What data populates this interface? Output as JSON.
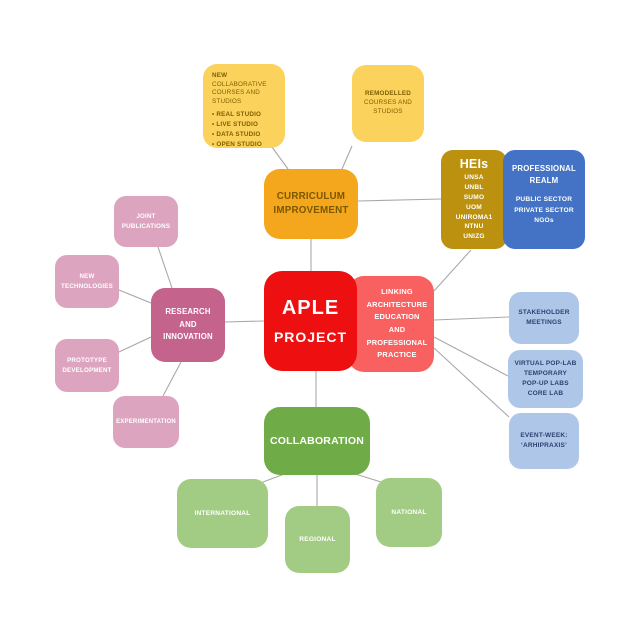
{
  "diagram": {
    "type": "mind-map",
    "connector_color": "#A8A8A8",
    "colors": {
      "center_red": "#EE1010",
      "linking_red": "#F96060",
      "curriculum_orange": "#F4A71D",
      "courses_yellow": "#FBD25C",
      "heis_gold": "#BC9110",
      "professional_blue": "#4472C4",
      "engagement_blue_light": "#AEC6E8",
      "research_mauve": "#C4638C",
      "research_pink_light": "#DCA4BE",
      "collaboration_green": "#6FAC47",
      "collaboration_green_light": "#A2CC84"
    },
    "nodes": {
      "aple": {
        "line1": "APLE",
        "line2": "PROJECT"
      },
      "curriculum": {
        "label": "CURRICULUM\nIMPROVEMENT"
      },
      "new_courses": {
        "title_bold": "NEW",
        "title_rest": "COLLABORATIVE COURSES AND STUDIOS",
        "bullets": [
          "REAL STUDIO",
          "LIVE STUDIO",
          "DATA STUDIO",
          "OPEN STUDIO"
        ]
      },
      "remodelled": {
        "title_bold": "REMODELLED",
        "title_rest": "COURSES AND STUDIOS"
      },
      "heis": {
        "title": "HEIs",
        "members": [
          "UNSA",
          "UNBL",
          "SUMO",
          "UOM",
          "UNIROMA1",
          "NTNU",
          "UNIZG"
        ]
      },
      "professional": {
        "title": "PROFESSIONAL\nREALM",
        "members": [
          "PUBLIC SECTOR",
          "PRIVATE SECTOR",
          "NGOs"
        ]
      },
      "linking": {
        "label": "LINKING\nARCHITECTURE\nEDUCATION\nAND\nPROFESSIONAL\nPRACTICE"
      },
      "stakeholder": {
        "label": "STAKEHOLDER\nMEETINGS"
      },
      "virtual_lab": {
        "label": "VIRTUAL POP-LAB\nTEMPORARY\nPOP-UP LABS\nCORE LAB"
      },
      "event_week": {
        "label": "EVENT-WEEK:\n‘ARHIPRAXIS’"
      },
      "research": {
        "label": "RESEARCH\nAND\nINNOVATION"
      },
      "joint_publications": {
        "label": "JOINT\nPUBLICATIONS"
      },
      "new_technologies": {
        "label": "NEW\nTECHNOLOGIES"
      },
      "prototype": {
        "label": "PROTOTYPE\nDEVELOPMENT"
      },
      "experimentation": {
        "label": "EXPERIMENTATION"
      },
      "collaboration": {
        "label": "COLLABORATION"
      },
      "international": {
        "label": "INTERNATIONAL"
      },
      "regional": {
        "label": "REGIONAL"
      },
      "national": {
        "label": "NATIONAL"
      }
    }
  }
}
